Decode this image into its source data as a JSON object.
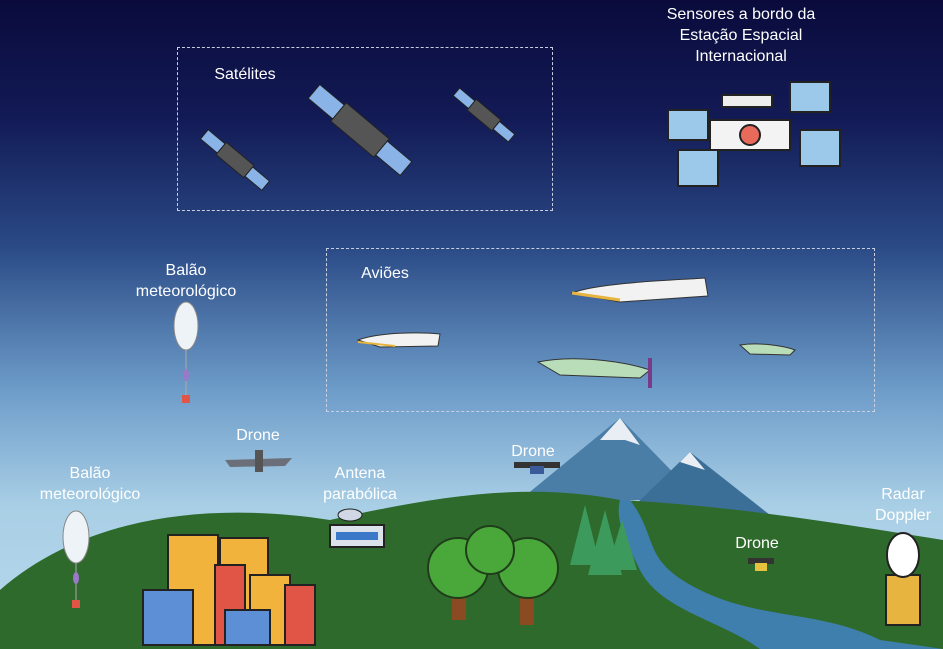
{
  "labels": {
    "iss": "Sensores a bordo da Estação Espacial Internacional",
    "satellites": "Satélites",
    "planes": "Aviões",
    "balloon_high": "Balão meteorológico",
    "balloon_low": "Balão meteorológico",
    "drone_left": "Drone",
    "drone_mountain": "Drone",
    "drone_river": "Drone",
    "antenna": "Antena parabólica",
    "radar": "Radar Doppler"
  },
  "colors": {
    "sky_top": "#0a0b3c",
    "sky_bottom": "#b8d9ec",
    "grass": "#2e6a2c",
    "river": "#3f7fae"
  }
}
